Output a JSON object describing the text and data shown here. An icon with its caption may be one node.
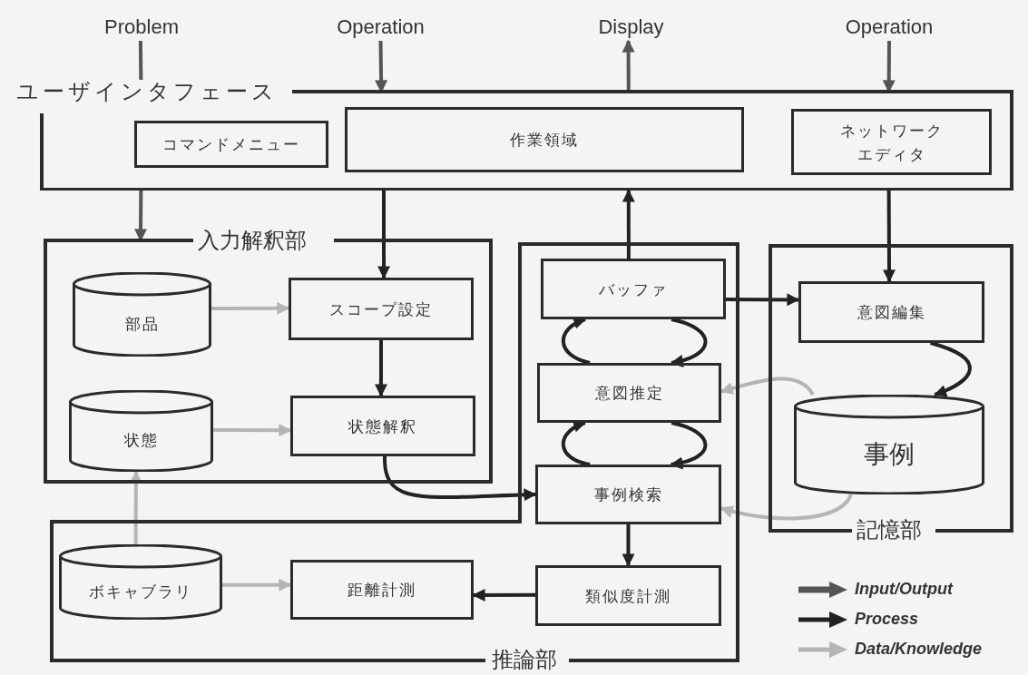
{
  "diagram": {
    "nodes": [
      {
        "text": [
          "Problem"
        ]
      },
      {
        "text": [
          "Operation"
        ]
      },
      {
        "text": [
          "Display"
        ]
      },
      {
        "text": [
          "Operation"
        ]
      },
      {
        "text": [
          "ユーザインタフェース"
        ]
      },
      {
        "text": [
          "コマンドメニュー"
        ],
        "in": 4
      },
      {
        "text": [
          "作業領域"
        ],
        "in": 4
      },
      {
        "text": [
          "ネットワークエディタ"
        ],
        "in": 4
      },
      {
        "text": [
          "入力解釈部"
        ]
      },
      {
        "text": [
          "部品"
        ],
        "in": 8
      },
      {
        "text": [
          "スコープ設定"
        ],
        "in": 8
      },
      {
        "text": [
          "状態"
        ],
        "in": 8
      },
      {
        "text": [
          "状態解釈"
        ],
        "in": 8
      },
      {
        "text": [
          "推論部"
        ]
      },
      {
        "text": [
          "バッファ"
        ],
        "in": 13
      },
      {
        "text": [
          "意図推定"
        ],
        "in": 13
      },
      {
        "text": [
          "事例検索"
        ],
        "in": 13
      },
      {
        "text": [
          "ボキャブラリ"
        ],
        "in": 13
      },
      {
        "text": [
          "距離計測"
        ],
        "in": 13
      },
      {
        "text": [
          "類似度計測"
        ],
        "in": 13
      },
      {
        "text": [
          "記憶部"
        ]
      },
      {
        "text": [
          "意図編集"
        ],
        "in": 20
      },
      {
        "text": [
          "事例"
        ],
        "in": 20
      }
    ],
    "edges": [
      {
        "from": 0,
        "to": 4,
        "arrow": "none",
        "color": "#555555"
      },
      {
        "from": 1,
        "to": 4,
        "arrow": "to",
        "color": "#555555"
      },
      {
        "from": 4,
        "to": 2,
        "arrow": "to",
        "color": "#555555"
      },
      {
        "from": 3,
        "to": 4,
        "arrow": "to",
        "color": "#555555"
      },
      {
        "from": 4,
        "to": 8,
        "arrow": "to",
        "color": "#555555"
      },
      {
        "from": 4,
        "to": 10,
        "arrow": "to"
      },
      {
        "from": 14,
        "to": 4,
        "arrow": "to"
      },
      {
        "from": 4,
        "to": 21,
        "arrow": "to"
      },
      {
        "from": 14,
        "to": 21,
        "arrow": "to"
      },
      {
        "from": 15,
        "to": 14,
        "arrow": "to"
      },
      {
        "from": 14,
        "to": 15,
        "arrow": "to"
      },
      {
        "from": 16,
        "to": 15,
        "arrow": "to"
      },
      {
        "from": 15,
        "to": 16,
        "arrow": "to"
      },
      {
        "from": 21,
        "to": 22,
        "arrow": "to"
      },
      {
        "from": 22,
        "to": 15,
        "arrow": "to",
        "color": "#b5b5b5"
      },
      {
        "from": 22,
        "to": 16,
        "arrow": "to",
        "color": "#b5b5b5"
      },
      {
        "from": 9,
        "to": 10,
        "arrow": "to",
        "color": "#b5b5b5"
      },
      {
        "from": 11,
        "to": 12,
        "arrow": "to",
        "color": "#b5b5b5"
      },
      {
        "from": 10,
        "to": 12,
        "arrow": "to"
      },
      {
        "from": 12,
        "to": 16,
        "arrow": "to"
      },
      {
        "from": 17,
        "to": 11,
        "arrow": "to",
        "color": "#b5b5b5"
      },
      {
        "from": 17,
        "to": 18,
        "arrow": "to",
        "color": "#b5b5b5"
      },
      {
        "from": 16,
        "to": 19,
        "arrow": "to"
      },
      {
        "from": 19,
        "to": 18,
        "arrow": "to"
      }
    ],
    "legend": [
      {
        "text": "Input/Output"
      },
      {
        "text": "Process"
      },
      {
        "text": "Data/Knowledge"
      }
    ]
  }
}
